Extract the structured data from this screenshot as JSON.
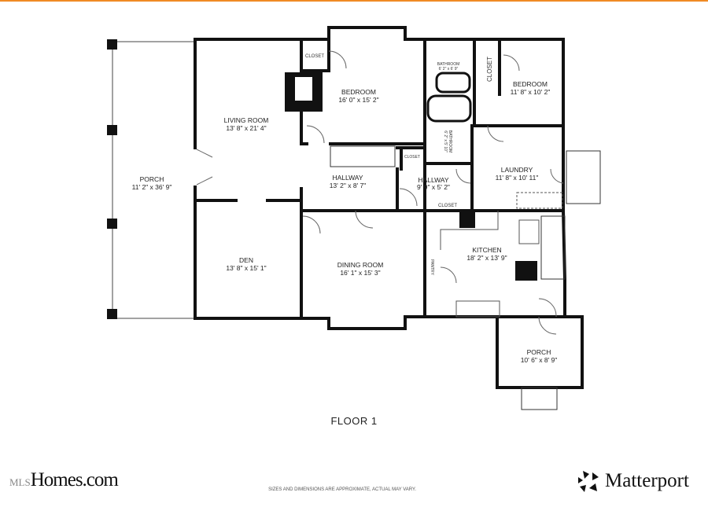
{
  "floor_label": "FLOOR 1",
  "disclaimer": "SIZES AND DIMENSIONS ARE APPROXIMATE, ACTUAL MAY VARY.",
  "brands": {
    "left_prefix": "MLS",
    "left": "Homes.com",
    "right": "Matterport"
  },
  "accent_color": "#f08a24",
  "rooms": {
    "porch_left": {
      "name": "PORCH",
      "dims": "11' 2\" x 36' 9\""
    },
    "living": {
      "name": "LIVING ROOM",
      "dims": "13' 8\" x 21' 4\""
    },
    "den": {
      "name": "DEN",
      "dims": "13' 8\" x 15' 1\""
    },
    "bedroom1": {
      "name": "BEDROOM",
      "dims": "16' 0\" x 15' 2\""
    },
    "bedroom2": {
      "name": "BEDROOM",
      "dims": "11' 8\" x 10' 2\""
    },
    "bathroom1": {
      "name": "BATHROOM",
      "dims": "6' 2\" x 6' 9\""
    },
    "bathroom2": {
      "name": "BATHROOM",
      "dims": "6' 2\" x 5' 10\""
    },
    "hallway1": {
      "name": "HALLWAY",
      "dims": "13' 2\" x 8' 7\""
    },
    "hallway2": {
      "name": "HALLWAY",
      "dims": "9' 9\" x 5' 2\""
    },
    "laundry": {
      "name": "LAUNDRY",
      "dims": "11' 8\" x 10' 11\""
    },
    "dining": {
      "name": "DINING ROOM",
      "dims": "16' 1\" x 15' 3\""
    },
    "kitchen": {
      "name": "KITCHEN",
      "dims": "18' 2\" x 13' 9\""
    },
    "porch_right": {
      "name": "PORCH",
      "dims": "10' 6\" x 8' 9\""
    },
    "closet_a": "CLOSET",
    "closet_b": "CLOSET",
    "closet_c": "CLOSET",
    "closet_d": "CLOSET",
    "pantry": "PANTRY"
  }
}
